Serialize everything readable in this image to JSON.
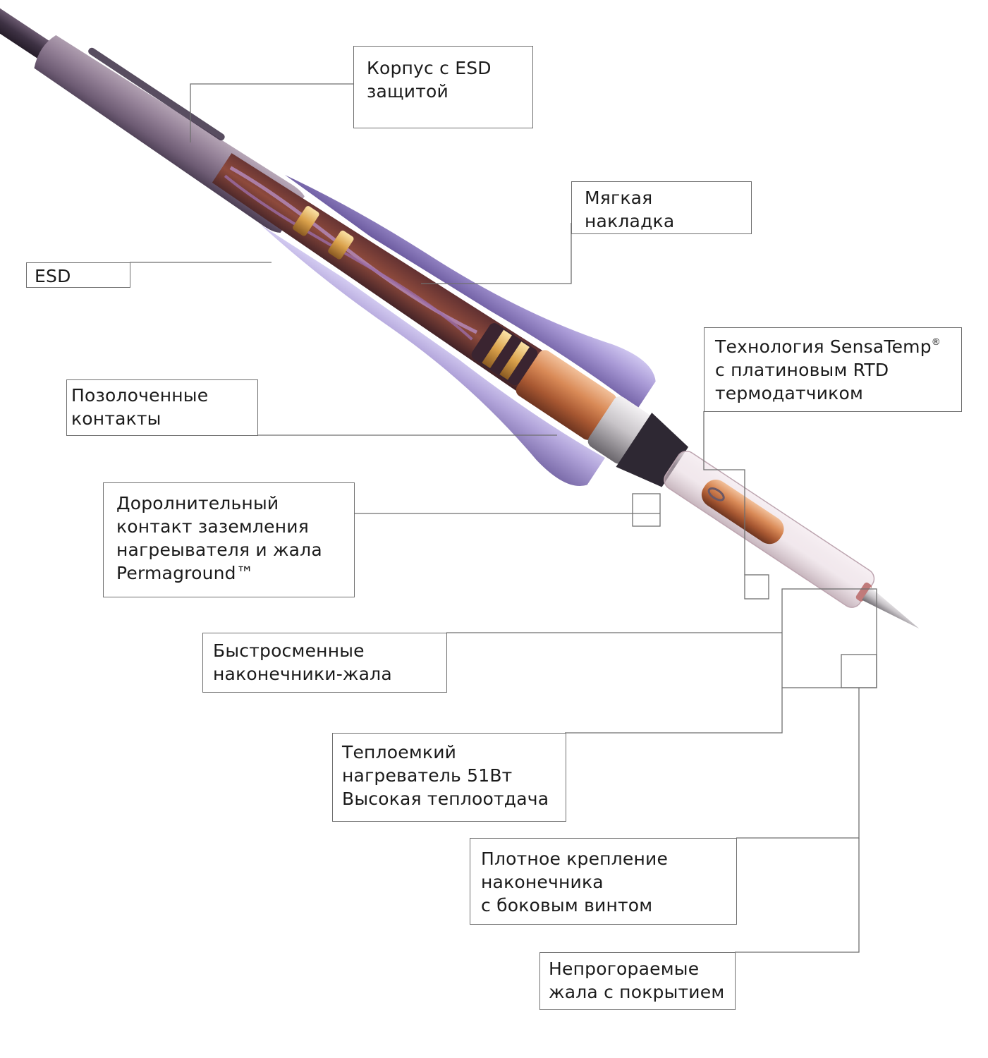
{
  "colors": {
    "background": "#ffffff",
    "callout_border": "#6f6f6f",
    "leader_line": "#6f6f6f",
    "handle_outer": "#8a7892",
    "grip_overlay": "#9a8fd0",
    "copper": "#c9784a",
    "gold": "#d9a04a",
    "steel": "#c8c4c8"
  },
  "callouts": {
    "housing": {
      "lines": [
        "Корпус с ESD",
        "защитой"
      ]
    },
    "soft_grip": {
      "lines": [
        "Мягкая",
        "накладка"
      ]
    },
    "esd": {
      "lines": [
        "ESD"
      ]
    },
    "sensatemp": {
      "lines": [
        "Технология SensaTemp",
        "с платиновым RTD",
        "термодатчиком"
      ],
      "sup": "®"
    },
    "gold_contacts": {
      "lines": [
        "Позолоченные",
        "контакты"
      ]
    },
    "permaground": {
      "lines": [
        "Доролнительный",
        "контакт заземления",
        "нагреывателя и жала",
        "Permaground™"
      ]
    },
    "quick_tips": {
      "lines": [
        "Быстросменные",
        "наконечники-жала"
      ]
    },
    "heater": {
      "lines": [
        "Теплоемкий",
        "нагреватель 51Вт",
        "Высокая теплоотдача"
      ]
    },
    "tight_mount": {
      "lines": [
        "Плотное крепление",
        "наконечника",
        "с боковым винтом"
      ]
    },
    "coated_tips": {
      "lines": [
        "Непрогораемые",
        "жала с покрытием"
      ]
    }
  }
}
